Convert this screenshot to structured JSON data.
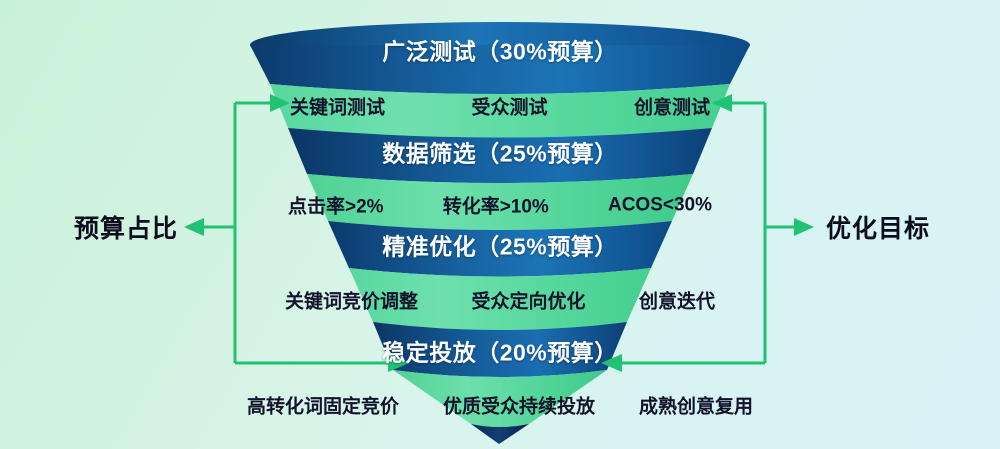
{
  "diagram": {
    "type": "inverted-funnel",
    "background": {
      "from": "#c8f2d7",
      "to": "#d7f3f8"
    },
    "colors": {
      "band_blue_dark": "#0d3f74",
      "band_blue": "#1769b0",
      "band_green": "#4fd69b",
      "band_green_light": "#7ae3b2",
      "connector": "#22c274",
      "title_text": "#ffffff",
      "sub_text": "#12122b",
      "side_label_text": "#0c0c1c"
    }
  },
  "side_labels": {
    "left": "预算占比",
    "right": "优化目标"
  },
  "stages": [
    {
      "id": "stage-1",
      "title": "广泛测试（30%预算）",
      "name": "广泛测试",
      "budget_percent": 30,
      "budget_label": "30%预算",
      "items": [
        "关键词测试",
        "受众测试",
        "创意测试"
      ]
    },
    {
      "id": "stage-2",
      "title": "数据筛选（25%预算）",
      "name": "数据筛选",
      "budget_percent": 25,
      "budget_label": "25%预算",
      "items": [
        "点击率>2%",
        "转化率>10%",
        "ACOS<30%"
      ]
    },
    {
      "id": "stage-3",
      "title": "精准优化（25%预算）",
      "name": "精准优化",
      "budget_percent": 25,
      "budget_label": "25%预算",
      "items": [
        "关键词竞价调整",
        "受众定向优化",
        "创意迭代"
      ]
    },
    {
      "id": "stage-4",
      "title": "稳定投放（20%预算）",
      "name": "稳定投放",
      "budget_percent": 20,
      "budget_label": "20%预算",
      "items": [
        "高转化词固定竞价",
        "优质受众持续投放",
        "成熟创意复用"
      ]
    }
  ],
  "chart_data": {
    "type": "funnel",
    "title": "",
    "categories": [
      "广泛测试",
      "数据筛选",
      "精准优化",
      "稳定投放"
    ],
    "values": [
      30,
      25,
      25,
      20
    ],
    "value_unit": "%",
    "ylabel": "预算占比",
    "annotations": [
      "预算占比",
      "优化目标"
    ]
  }
}
